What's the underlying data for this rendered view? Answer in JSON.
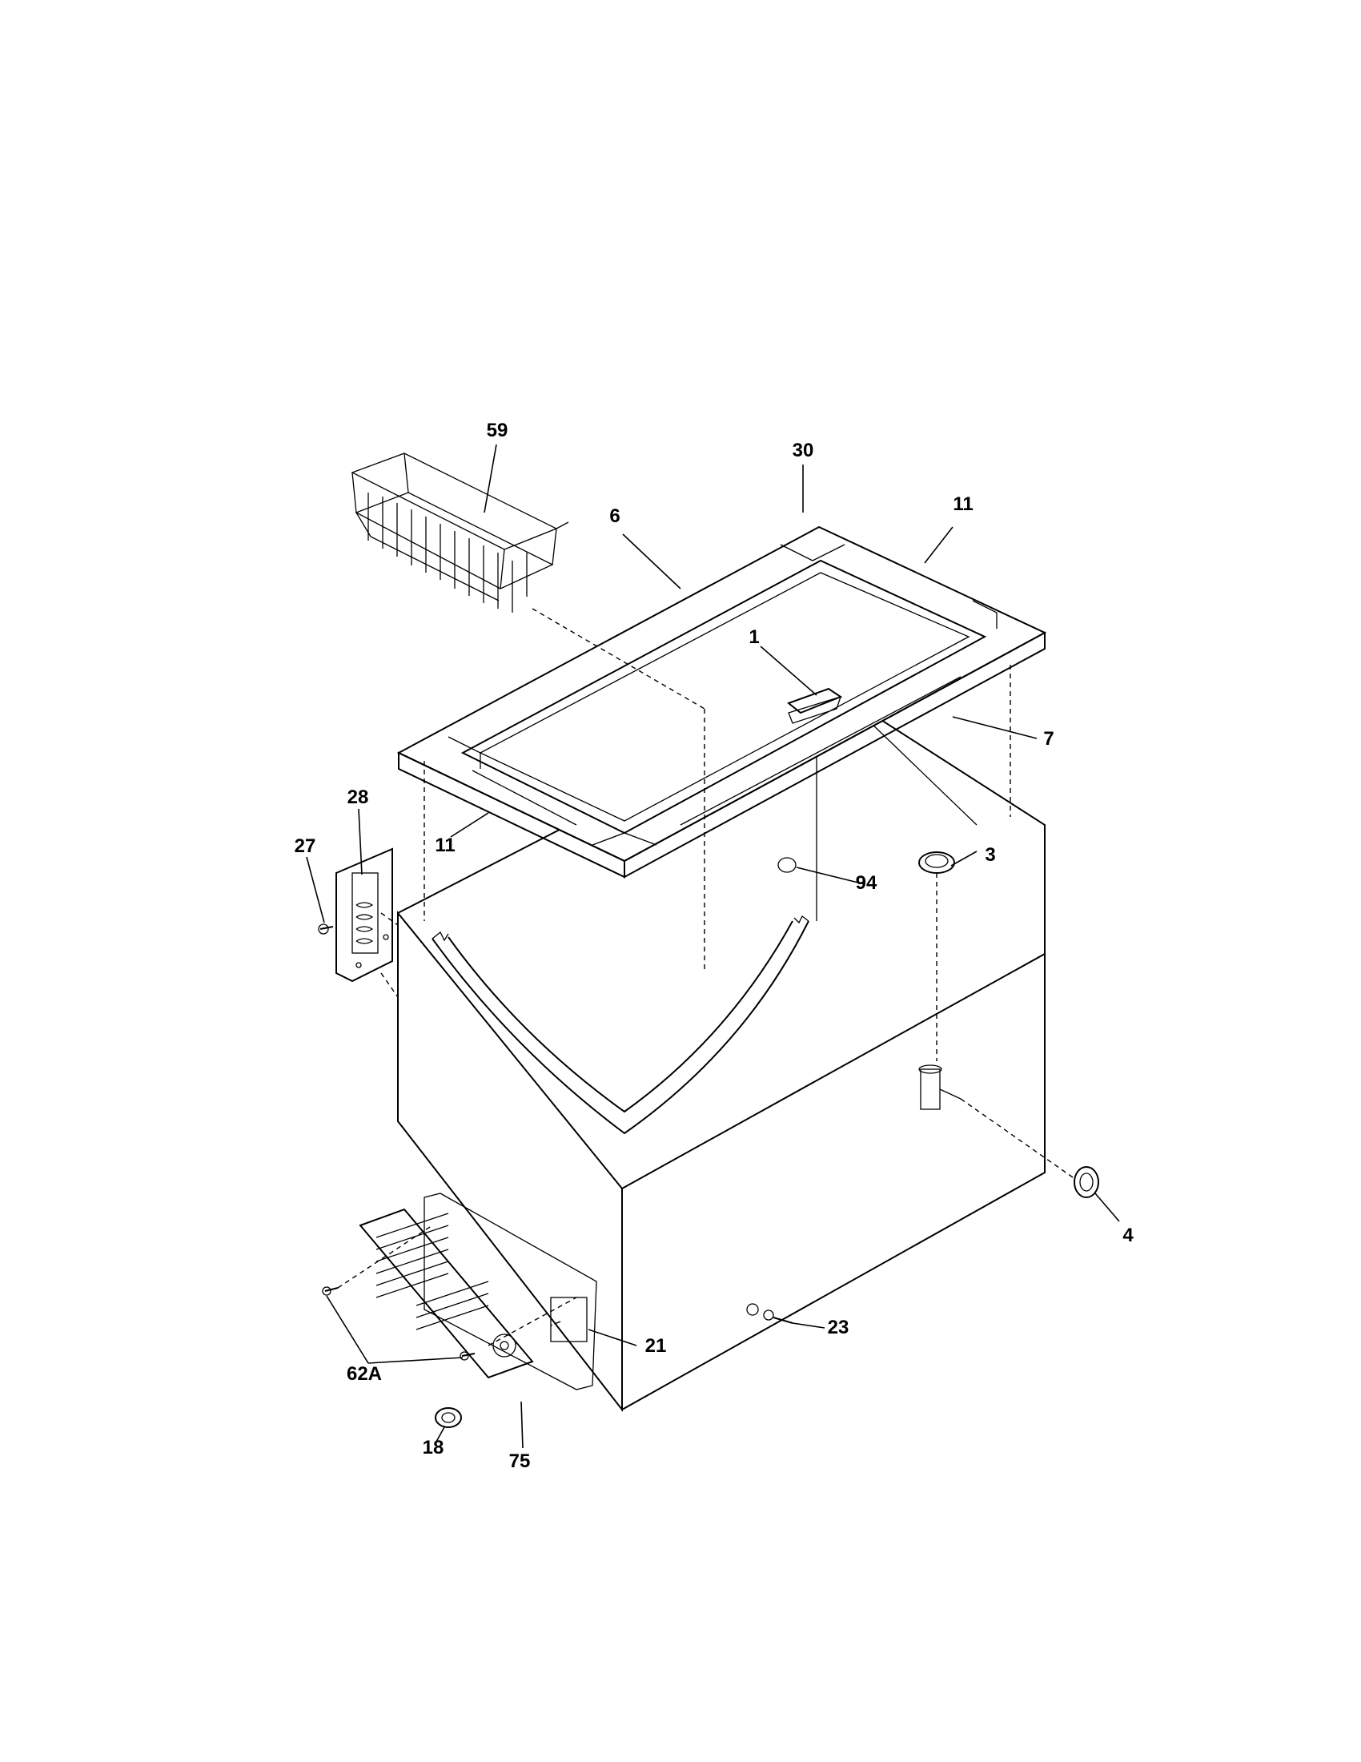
{
  "diagram": {
    "callouts": {
      "c59": "59",
      "c30": "30",
      "c11a": "11",
      "c6": "6",
      "c1": "1",
      "c7": "7",
      "c28": "28",
      "c27": "27",
      "c11b": "11",
      "c94": "94",
      "c3": "3",
      "c4": "4",
      "c21": "21",
      "c23": "23",
      "c62a": "62A",
      "c18": "18",
      "c75": "75"
    }
  }
}
